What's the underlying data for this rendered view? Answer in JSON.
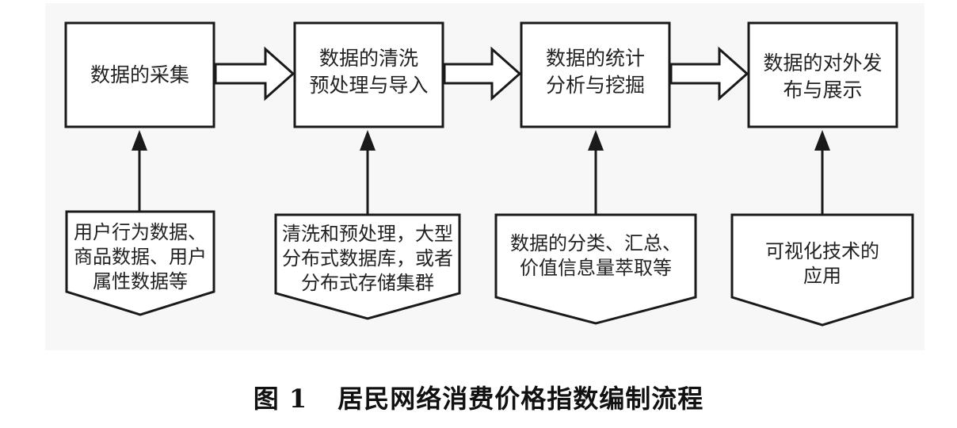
{
  "stages": [
    {
      "label": "数据的采集"
    },
    {
      "label": "数据的清洗\n预处理与导入"
    },
    {
      "label": "数据的统计\n分析与挖掘"
    },
    {
      "label": "数据的对外发\n布与展示"
    }
  ],
  "sources": [
    {
      "label": "用户行为数据、\n商品数据、用户\n属性数据等"
    },
    {
      "label": "清洗和预处理，大型\n分布式数据库，或者\n分布式存储集群"
    },
    {
      "label": "数据的分类、汇总、\n价值信息量萃取等"
    },
    {
      "label": "可视化技术的\n应用"
    }
  ],
  "caption": {
    "figure_number": "图 1",
    "title": "居民网络消费价格指数编制流程"
  }
}
